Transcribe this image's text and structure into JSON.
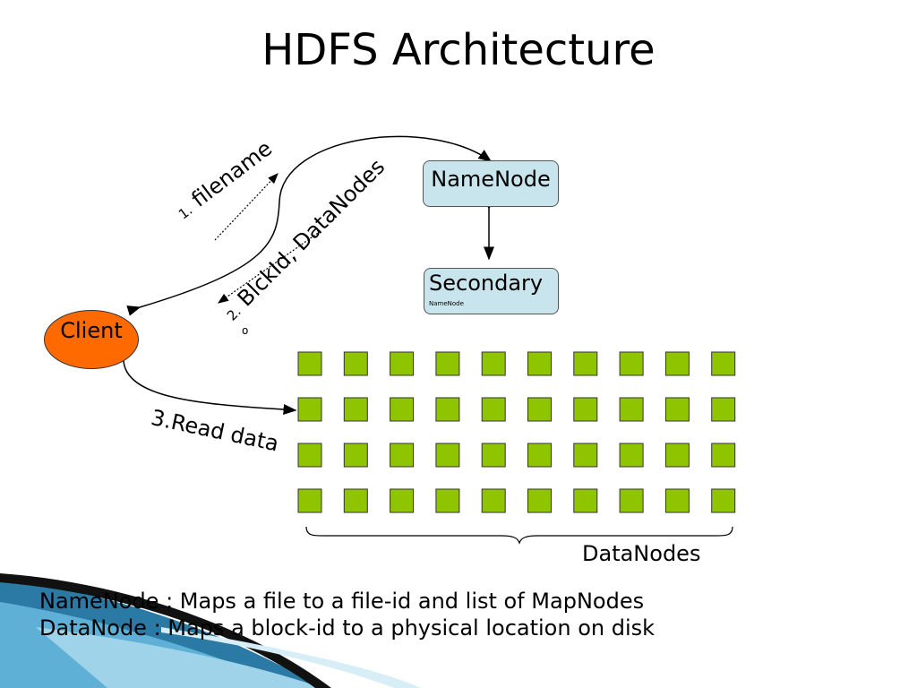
{
  "title": "HDFS Architecture",
  "namenode": {
    "label": "NameNode"
  },
  "secondary": {
    "label": "Secondary",
    "sub_label": "NameNode"
  },
  "client": {
    "label": "Client"
  },
  "arrows": {
    "filename": {
      "num": "1.",
      "text": "filename"
    },
    "blockid": {
      "num": "2.",
      "text": "BlckId, DataNodes"
    },
    "blockid_extra": "o",
    "read": {
      "text": "3.Read data"
    }
  },
  "datanodes": {
    "label": "DataNodes",
    "rows": 4,
    "cols": 10,
    "color": "#8fc400"
  },
  "notes": [
    "NameNode : Maps a file to a file-id and list of MapNodes",
    "DataNode : Maps a block-id to a physical location on disk"
  ],
  "colors": {
    "client": "#ff6a00",
    "namenode": "#c8e4ec",
    "datanode": "#8fc400"
  }
}
